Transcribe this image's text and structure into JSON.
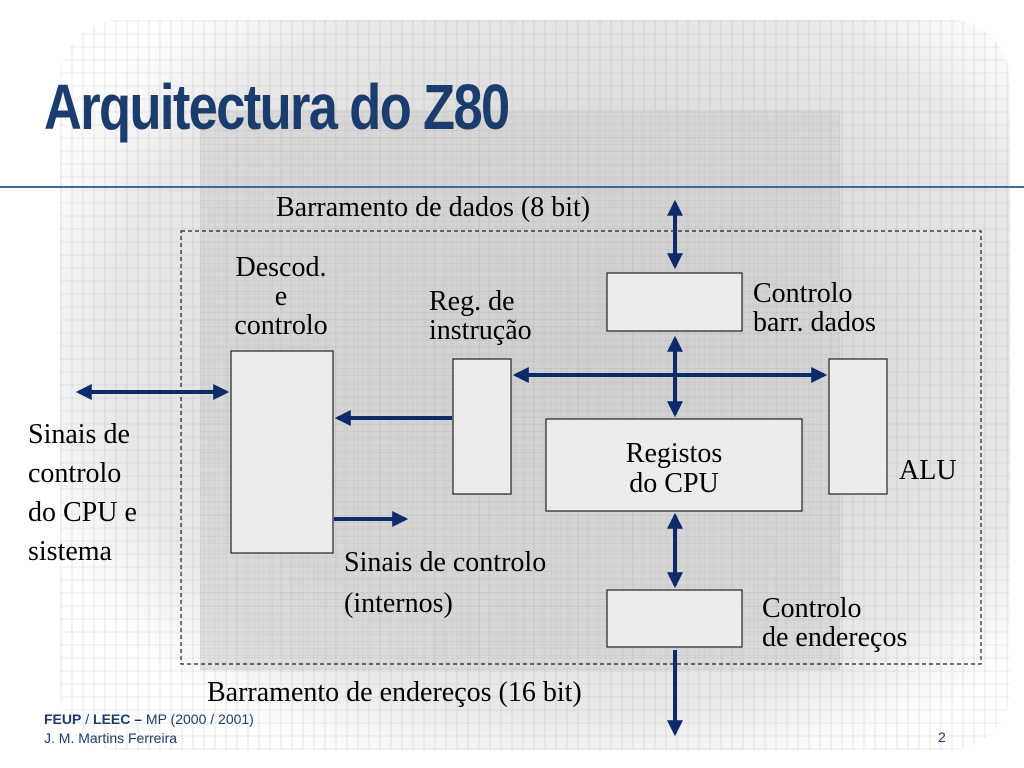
{
  "slide": {
    "title": "Arquitectura do Z80",
    "page_number": "2"
  },
  "diagram": {
    "data_bus_label": "Barramento de dados (8 bit)",
    "address_bus_label": "Barramento de endereços (16 bit)",
    "decoder_label_line1": "Descod.",
    "decoder_label_line2": "e",
    "decoder_label_line3": "controlo",
    "instr_reg_line1": "Reg. de",
    "instr_reg_line2": "instrução",
    "data_ctrl_line1": "Controlo",
    "data_ctrl_line2": "barr. dados",
    "registers_line1": "Registos",
    "registers_line2": "do CPU",
    "alu_label": "ALU",
    "addr_ctrl_line1": "Controlo",
    "addr_ctrl_line2": "de endereços",
    "ext_signals_line1": "Sinais de",
    "ext_signals_line2": "controlo",
    "ext_signals_line3": "do CPU e",
    "ext_signals_line4": "sistema",
    "int_signals_line1": "Sinais de controlo",
    "int_signals_line2": "(internos)",
    "arrow_color": "#0d2a6b"
  },
  "footer": {
    "org": "FEUP",
    "sep": " / ",
    "dept": "LEEC –",
    "course": " MP (2000 / 2001)",
    "author": "J. M. Martins Ferreira"
  }
}
